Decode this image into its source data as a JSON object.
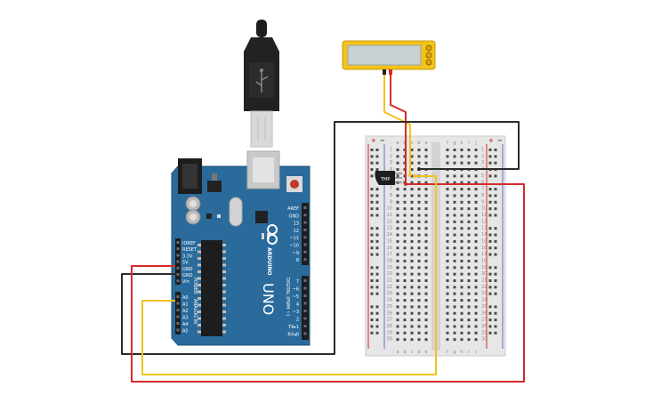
{
  "board": {
    "brand_text": "ARDUINO",
    "model_text": "UNO",
    "power_header_label": "POWER",
    "analog_header_label": "ANALOG IN",
    "digital_header_label": "DIGITAL (PWM ~)",
    "power_pins": [
      "IOREF",
      "RESET",
      "3.3V",
      "5V",
      "GND",
      "GND",
      "Vin"
    ],
    "analog_pins": [
      "A0",
      "A1",
      "A2",
      "A3",
      "A4",
      "A5"
    ],
    "digital_pins_top": [
      "AREF",
      "GND",
      "13",
      "12",
      "~11",
      "~10",
      "~9",
      "8"
    ],
    "digital_pins_bottom": [
      "7",
      "~6",
      "~5",
      "4",
      "~3",
      "2",
      "TX▸1",
      "RX◂0"
    ],
    "color": "#2a6b9c"
  },
  "breadboard": {
    "columns": [
      "a",
      "b",
      "c",
      "d",
      "e",
      "f",
      "g",
      "h",
      "i",
      "j"
    ],
    "row_numbers": [
      "1",
      "2",
      "3",
      "4",
      "5",
      "6",
      "7",
      "8",
      "9",
      "10",
      "11",
      "12",
      "13",
      "14",
      "15",
      "16",
      "17",
      "18",
      "19",
      "20",
      "21",
      "22",
      "23",
      "24",
      "25",
      "26",
      "27",
      "28",
      "29",
      "30"
    ],
    "rail_plus": "+",
    "rail_minus": "−"
  },
  "sensor": {
    "label": "TMP"
  },
  "meter": {
    "display_text": ""
  },
  "wires": {
    "red": "#d62b2b",
    "black": "#2b2b2b",
    "yellow": "#f2c31a"
  }
}
